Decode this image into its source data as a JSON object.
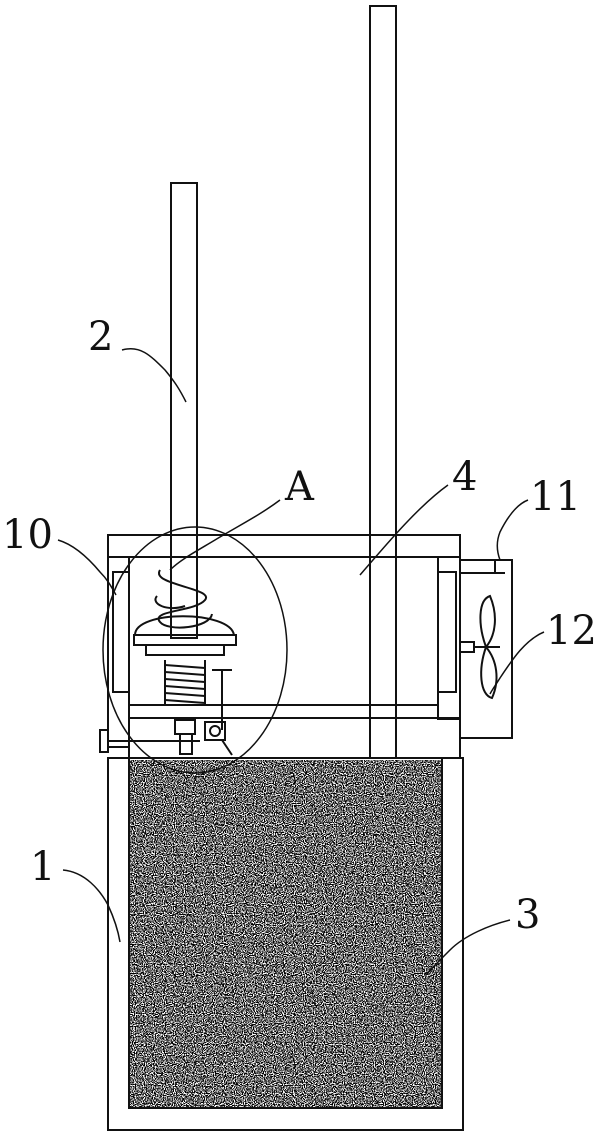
{
  "labels": {
    "l1": "1",
    "l2": "2",
    "l3": "3",
    "l4": "4",
    "l10": "10",
    "l11": "11",
    "l12": "12",
    "lA": "A"
  },
  "colors": {
    "line": "#111111",
    "background": "#ffffff"
  }
}
